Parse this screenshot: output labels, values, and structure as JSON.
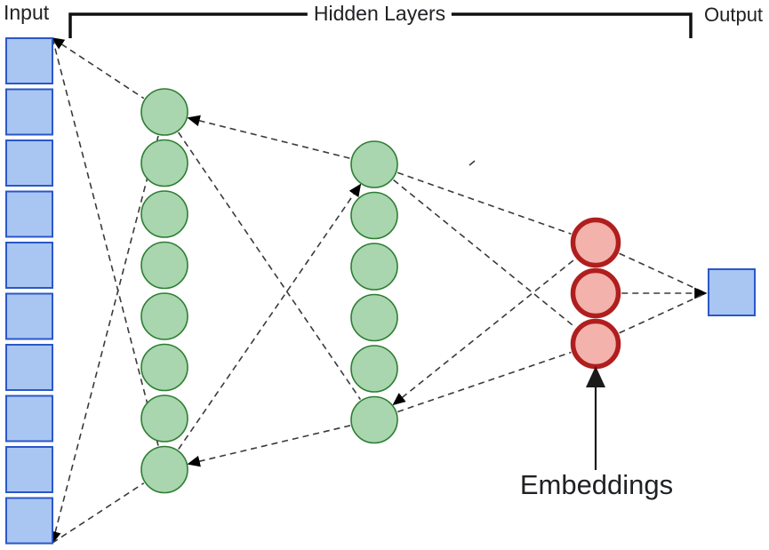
{
  "labels": {
    "input": "Input",
    "hidden_layers": "Hidden Layers",
    "output": "Output",
    "embeddings": "Embeddings"
  },
  "colors": {
    "input_fill": "#a9c6f3",
    "input_border": "#2a57c8",
    "hidden_fill": "#a9d6ae",
    "hidden_border": "#2d7d32",
    "embedding_fill": "#f3b2ac",
    "embedding_border": "#b01e1e",
    "edge": "#3a3a3a",
    "bracket": "#101010",
    "arrow": "#1a1a1a"
  },
  "network": {
    "layers": [
      {
        "id": "input",
        "name": "input-layer",
        "shape": "square",
        "count": 10
      },
      {
        "id": "h1",
        "name": "hidden-layer-1",
        "shape": "circle",
        "count": 8
      },
      {
        "id": "h2",
        "name": "hidden-layer-2",
        "shape": "circle",
        "count": 6
      },
      {
        "id": "emb",
        "name": "embeddings-layer",
        "shape": "circle",
        "count": 3
      },
      {
        "id": "output",
        "name": "output-layer",
        "shape": "square",
        "count": 1
      }
    ],
    "edges": [
      {
        "from": "input-top",
        "to": "h1-0",
        "arrow": "start"
      },
      {
        "from": "input-top",
        "to": "h1-7",
        "arrow": null
      },
      {
        "from": "input-bottom",
        "to": "h1-0",
        "arrow": "start"
      },
      {
        "from": "input-bottom",
        "to": "h1-7",
        "arrow": null
      },
      {
        "from": "h1-0",
        "to": "h2-0",
        "arrow": "start"
      },
      {
        "from": "h1-0",
        "to": "h2-5",
        "arrow": null
      },
      {
        "from": "h1-7",
        "to": "h2-0",
        "arrow": "end"
      },
      {
        "from": "h1-7",
        "to": "h2-5",
        "arrow": "start"
      },
      {
        "from": "h2-0",
        "to": "emb-0",
        "arrow": null
      },
      {
        "from": "h2-0",
        "to": "emb-2",
        "arrow": null
      },
      {
        "from": "h2-5",
        "to": "emb-0",
        "arrow": "start"
      },
      {
        "from": "h2-5",
        "to": "emb-2",
        "arrow": null
      },
      {
        "from": "emb-0",
        "to": "output",
        "arrow": null
      },
      {
        "from": "emb-1",
        "to": "output",
        "arrow": "end"
      },
      {
        "from": "emb-2",
        "to": "output",
        "arrow": null
      }
    ]
  }
}
